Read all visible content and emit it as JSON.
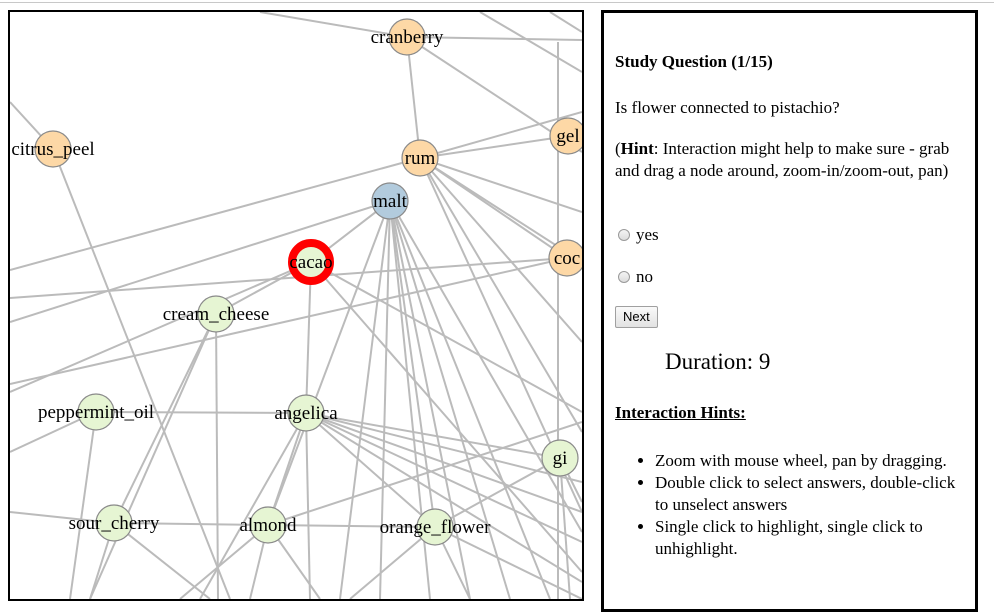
{
  "graph": {
    "highlight_color": "#ff0000",
    "edge_color": "#bbbbbb",
    "node_colors": {
      "orange": "#fdd8a6",
      "blue": "#b2cbdd",
      "green": "#e6f5d3"
    },
    "nodes": [
      {
        "id": "cranberry",
        "label": "cranberry",
        "color": "orange"
      },
      {
        "id": "citrus_peel",
        "label": "citrus_peel",
        "color": "orange"
      },
      {
        "id": "gel",
        "label": "gel",
        "color": "orange"
      },
      {
        "id": "rum",
        "label": "rum",
        "color": "orange"
      },
      {
        "id": "malt",
        "label": "malt",
        "color": "blue"
      },
      {
        "id": "coc",
        "label": "coc",
        "color": "orange"
      },
      {
        "id": "cacao",
        "label": "cacao",
        "color": "green",
        "highlighted": true
      },
      {
        "id": "cream_cheese",
        "label": "cream_cheese",
        "color": "green"
      },
      {
        "id": "peppermint_oil",
        "label": "peppermint_oil",
        "color": "green"
      },
      {
        "id": "angelica",
        "label": "angelica",
        "color": "green"
      },
      {
        "id": "gi",
        "label": "gi",
        "color": "green"
      },
      {
        "id": "sour_cherry",
        "label": "sour_cherry",
        "color": "green"
      },
      {
        "id": "almond",
        "label": "almond",
        "color": "green"
      },
      {
        "id": "orange_flower",
        "label": "orange_flower",
        "color": "green"
      }
    ]
  },
  "question": {
    "title": "Study Question (1/15)",
    "text": "Is flower connected to pistachio?",
    "hint_label": "Hint",
    "hint_text": ": Interaction might help to make sure - grab and drag a node around, zoom-in/zoom-out, pan)",
    "options": [
      "yes",
      "no"
    ],
    "next_label": "Next",
    "duration_label": "Duration: 9"
  },
  "interaction_hints": {
    "title": "Interaction Hints:",
    "items": [
      "Zoom with mouse wheel, pan by dragging.",
      "Double click to select answers, double-click to unselect answers",
      "Single click to highlight, single click to unhighlight."
    ]
  }
}
